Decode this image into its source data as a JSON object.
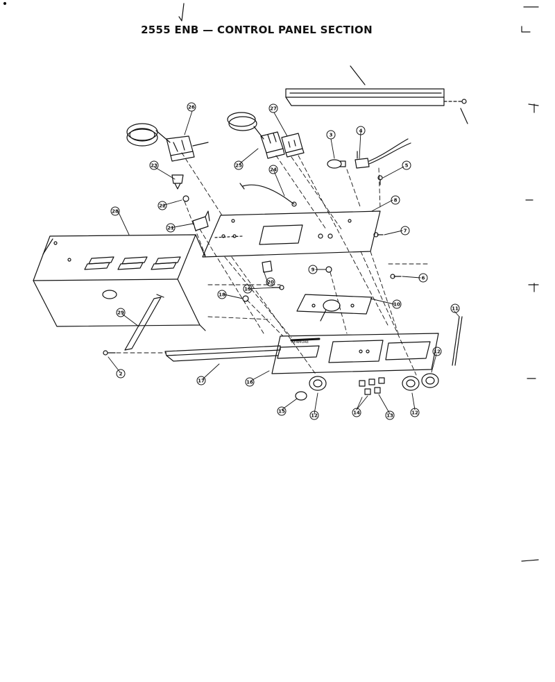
{
  "page": {
    "title": "2555 ENB — CONTROL PANEL SECTION"
  },
  "callouts": [
    "2",
    "2",
    "3",
    "4",
    "5",
    "6",
    "7",
    "8",
    "9",
    "10",
    "11",
    "12",
    "12",
    "12",
    "13",
    "14",
    "15",
    "16",
    "17",
    "18",
    "19",
    "20",
    "21",
    "22",
    "23",
    "24",
    "25",
    "26",
    "27",
    "28",
    "29"
  ],
  "brand_text": "KENMORE",
  "colors": {
    "ink": "#111111",
    "paper": "#ffffff"
  }
}
